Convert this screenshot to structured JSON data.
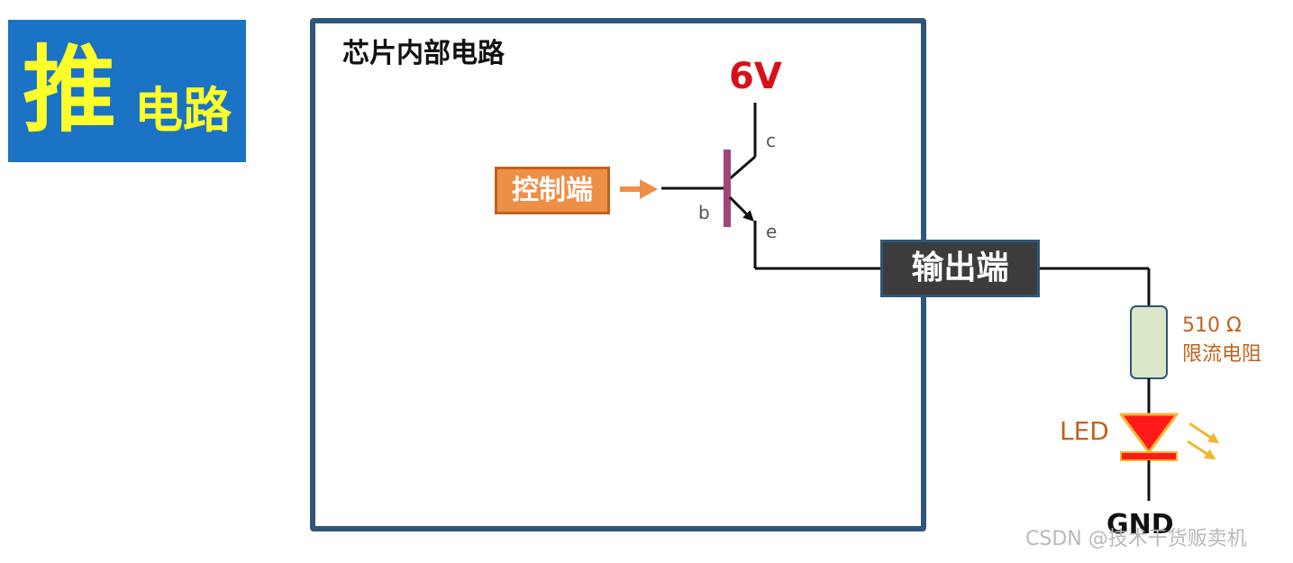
{
  "title": {
    "big_char": "推",
    "small_text": "电路",
    "background_color": "#1a73c4",
    "text_color": "#ffff2a"
  },
  "chip": {
    "label": "芯片内部电路",
    "border_color": "#2f5578"
  },
  "supply": {
    "label": "6V",
    "color": "#d6111a"
  },
  "transistor": {
    "collector_label": "c",
    "base_label": "b",
    "emitter_label": "e",
    "base_bar_color": "#a0457a"
  },
  "control": {
    "label": "控制端",
    "fill_color": "#ee8f47",
    "arrow_color": "#ee8f47"
  },
  "output": {
    "label": "输出端",
    "fill_color": "#3c3c3c"
  },
  "resistor": {
    "value_label": "510 Ω",
    "name_label": "限流电阻",
    "label_color": "#c0621c",
    "fill_color": "#d9e6c8"
  },
  "led": {
    "label": "LED",
    "label_color": "#c0621c",
    "fill_color": "#ff1a1a",
    "outline_color": "#f2b530",
    "emission_color": "#f2b530"
  },
  "ground": {
    "label": "GND"
  },
  "watermark": {
    "text": "CSDN @技术干货贩卖机"
  }
}
